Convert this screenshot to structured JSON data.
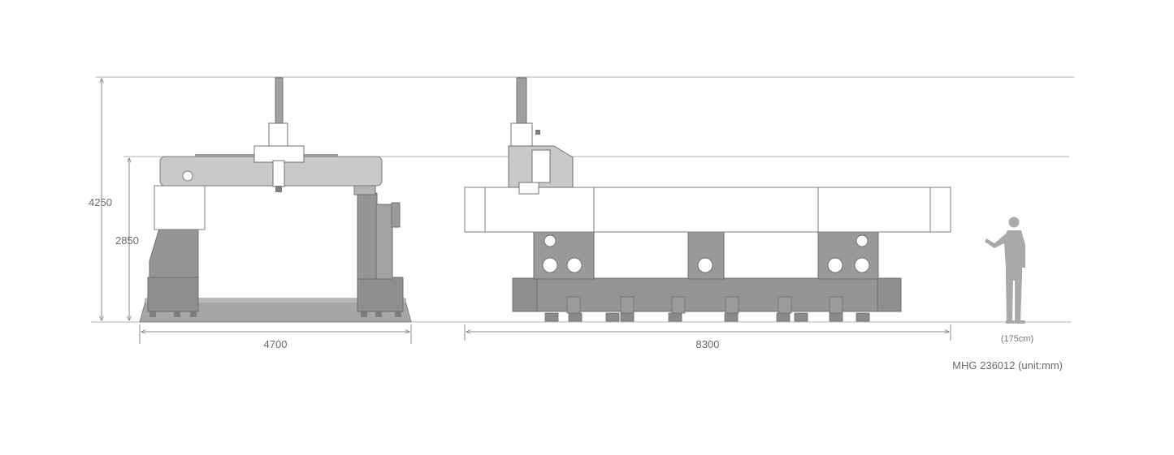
{
  "dimensions": {
    "overall_height": "4250",
    "frame_height": "2850",
    "front_width": "4700",
    "side_length": "8300",
    "person_height": "(175cm)"
  },
  "caption": "MHG 236012 (unit:mm)",
  "colors": {
    "dark_gray": "#8f8f8f",
    "mid_gray": "#a6a6a6",
    "light_gray": "#c9c9c9",
    "line_gray": "#8a8a8a",
    "person": "#a9a9a9"
  }
}
